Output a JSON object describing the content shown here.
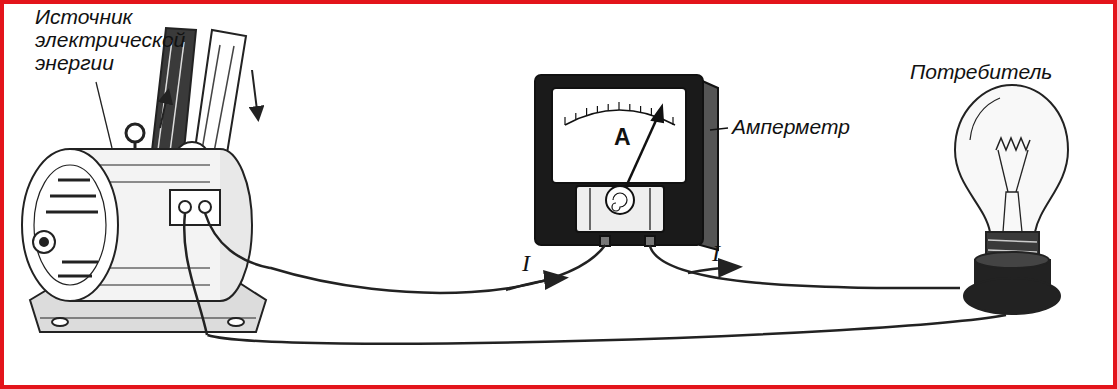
{
  "diagram": {
    "nodes": [
      {
        "text": [
          "Источник электрической энергии"
        ]
      },
      {
        "text": [
          "A",
          "Амперметр"
        ]
      },
      {
        "text": [
          "Потребитель"
        ]
      }
    ],
    "edges": [
      {
        "from": 0,
        "to": 1,
        "label": "I",
        "arrow": "none"
      },
      {
        "from": 1,
        "to": 2,
        "label": "I",
        "arrow": "none"
      },
      {
        "from": 2,
        "to": 0,
        "arrow": "none"
      }
    ]
  }
}
